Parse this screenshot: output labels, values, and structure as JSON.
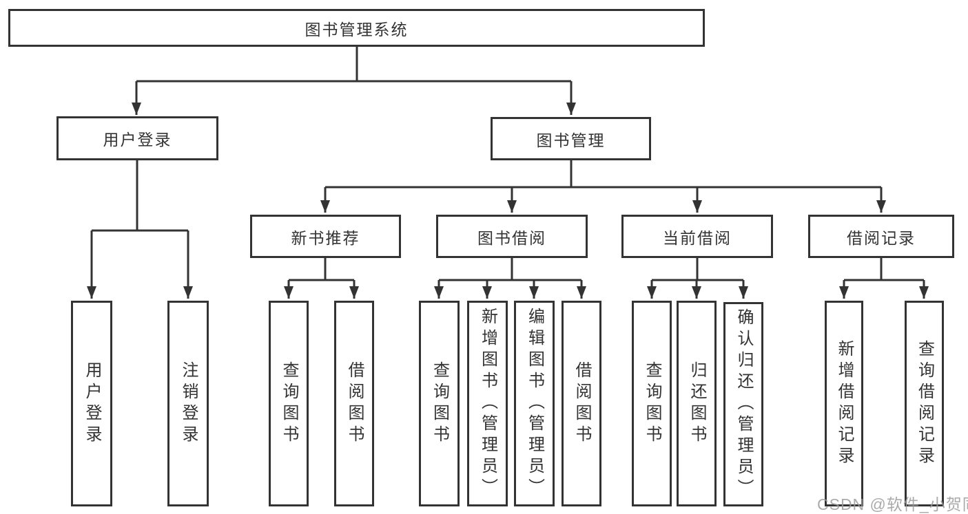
{
  "title": "图书管理系统",
  "tree": {
    "label": "图书管理系统",
    "children": [
      {
        "label": "用户登录",
        "children": [
          {
            "label": "用户登录"
          },
          {
            "label": "注销登录"
          }
        ]
      },
      {
        "label": "图书管理",
        "children": [
          {
            "label": "新书推荐",
            "children": [
              {
                "label": "查询图书"
              },
              {
                "label": "借阅图书"
              }
            ]
          },
          {
            "label": "图书借阅",
            "children": [
              {
                "label": "查询图书"
              },
              {
                "label": "新增图书（管理员）"
              },
              {
                "label": "编辑图书（管理员）"
              },
              {
                "label": "借阅图书"
              }
            ]
          },
          {
            "label": "当前借阅",
            "children": [
              {
                "label": "查询图书"
              },
              {
                "label": "归还图书"
              },
              {
                "label": "确认归还（管理员）"
              }
            ]
          },
          {
            "label": "借阅记录",
            "children": [
              {
                "label": "新增借阅记录"
              },
              {
                "label": "查询借阅记录"
              }
            ]
          }
        ]
      }
    ]
  },
  "watermark": "CSDN @软件_小贺同学",
  "colors": {
    "line": "#333333",
    "text": "#333333",
    "background": "#ffffff",
    "watermark": "#9b9b9b"
  }
}
